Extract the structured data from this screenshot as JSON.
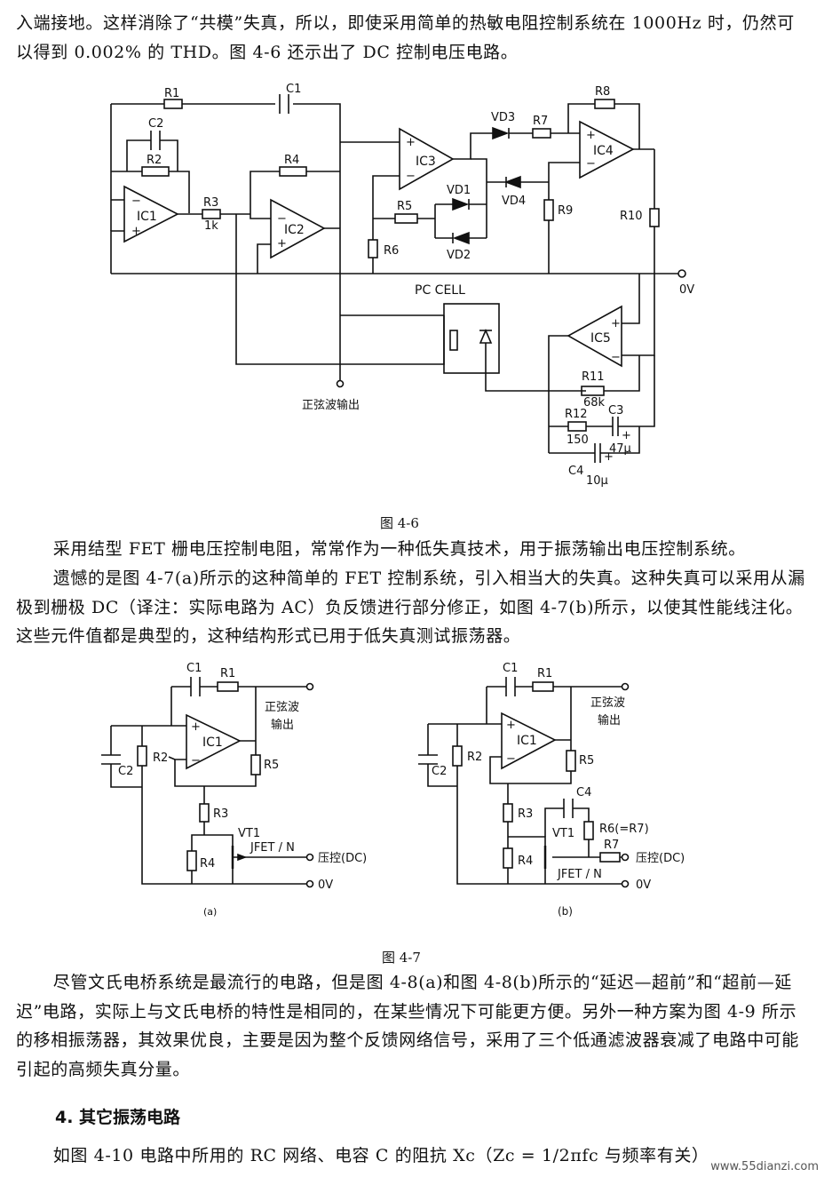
{
  "paragraphs": {
    "p1": "入端接地。这样消除了“共模”失真，所以，即使采用简单的热敏电阻控制系统在 1000Hz 时，仍然可以得到 0.002% 的 THD。图 4-6 还示出了 DC 控制电压电路。",
    "p2": "采用结型 FET 栅电压控制电阻，常常作为一种低失真技术，用于振荡输出电压控制系统。",
    "p3": "遗憾的是图 4-7(a)所示的这种简单的 FET 控制系统，引入相当大的失真。这种失真可以采用从漏极到栅极 DC（译注：实际电路为 AC）负反馈进行部分修正，如图 4-7(b)所示，以使其性能线注化。这些元件值都是典型的，这种结构形式已用于低失真测试振荡器。",
    "p4": "尽管文氏电桥系统是最流行的电路，但是图 4-8(a)和图 4-8(b)所示的“延迟—超前”和“超前—延迟”电路，实际上与文氏电桥的特性是相同的，在某些情况下可能更方便。另外一种方案为图 4-9 所示的移相振荡器，其效果优良，主要是因为整个反馈网络信号，采用了三个低通滤波器衰减了电路中可能引起的高频失真分量。",
    "heading": "4. 其它振荡电路",
    "p5": "如图 4-10 电路中所用的 RC 网络、电容 C 的阻抗 Xc（Zc = 1/2πfc 与频率有关）"
  },
  "fig46": {
    "caption": "图 4-6",
    "labels": {
      "r1": "R1",
      "c1": "C1",
      "c2": "C2",
      "r2": "R2",
      "ic1": "IC1",
      "r3": "R3",
      "r3v": "1k",
      "r4": "R4",
      "ic2": "IC2",
      "ic3": "IC3",
      "vd3": "VD3",
      "r7": "R7",
      "r8": "R8",
      "ic4": "IC4",
      "vd1": "VD1",
      "vd4": "VD4",
      "r5": "R5",
      "vd2": "VD2",
      "r6": "R6",
      "r9": "R9",
      "r10": "R10",
      "zero": "0V",
      "pccell": "PC CELL",
      "ic5": "IC5",
      "r11": "R11",
      "r11v": "68k",
      "r12": "R12",
      "r12v": "150",
      "c3": "C3",
      "c3v": "47μ",
      "c4": "C4",
      "c4v": "10μ",
      "out": "正弦波输出"
    }
  },
  "fig47": {
    "caption": "图 4-7",
    "a": {
      "sub": "(a)",
      "labels": {
        "c1": "C1",
        "r1": "R1",
        "out1": "正弦波",
        "out2": "输出",
        "ic1": "IC1",
        "r2": "R2",
        "c2": "C2",
        "r5": "R5",
        "r3": "R3",
        "vt1": "VT1",
        "jfet": "JFET / N",
        "r4": "R4",
        "ctrl": "压控(DC)",
        "zero": "0V"
      }
    },
    "b": {
      "sub": "(b)",
      "labels": {
        "c1": "C1",
        "r1": "R1",
        "out1": "正弦波",
        "out2": "输出",
        "ic1": "IC1",
        "r2": "R2",
        "c2": "C2",
        "r5": "R5",
        "c4": "C4",
        "r3": "R3",
        "r6": "R6(=R7)",
        "vt1": "VT1",
        "r7": "R7",
        "r4": "R4",
        "ctrl": "压控(DC)",
        "jfet": "JFET / N",
        "zero": "0V"
      }
    }
  },
  "watermark": "www.55dianzi.com"
}
